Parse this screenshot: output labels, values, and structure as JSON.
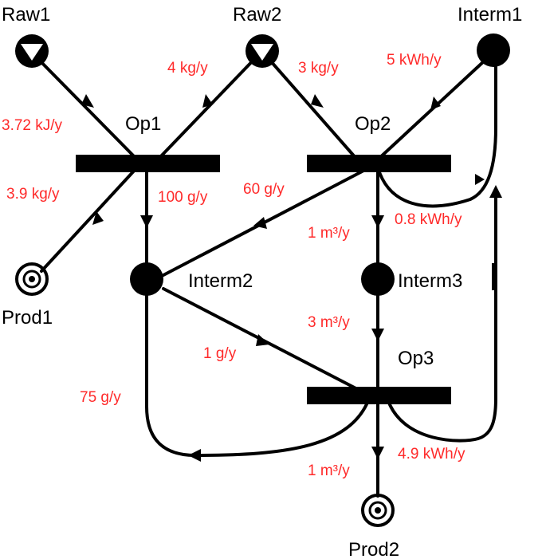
{
  "colors": {
    "flow_label": "#ff2a2a",
    "ink": "#000000",
    "background": "#ffffff"
  },
  "nodes": {
    "raw1": {
      "label": "Raw1",
      "kind": "raw"
    },
    "raw2": {
      "label": "Raw2",
      "kind": "raw"
    },
    "interm1": {
      "label": "Interm1",
      "kind": "intermediate"
    },
    "interm2": {
      "label": "Interm2",
      "kind": "intermediate"
    },
    "interm3": {
      "label": "Interm3",
      "kind": "intermediate"
    },
    "prod1": {
      "label": "Prod1",
      "kind": "product"
    },
    "prod2": {
      "label": "Prod2",
      "kind": "product"
    },
    "op1": {
      "label": "Op1",
      "kind": "operation"
    },
    "op2": {
      "label": "Op2",
      "kind": "operation"
    },
    "op3": {
      "label": "Op3",
      "kind": "operation"
    }
  },
  "flows": {
    "raw1_op1": "3.72 kJ/y",
    "raw2_op1": "4 kg/y",
    "raw2_op2": "3 kg/y",
    "interm1_op2": "5 kWh/y",
    "op1_prod1": "3.9 kg/y",
    "op1_interm2": "100 g/y",
    "op2_interm2": "60 g/y",
    "op2_interm3": "1 m³/y",
    "op2_interm1": "0.8 kWh/y",
    "interm3_op3": "3 m³/y",
    "interm2_op3": "1 g/y",
    "interm2_op3_return": "75 g/y",
    "op3_interm1": "4.9 kWh/y",
    "op3_prod2": "1 m³/y"
  }
}
